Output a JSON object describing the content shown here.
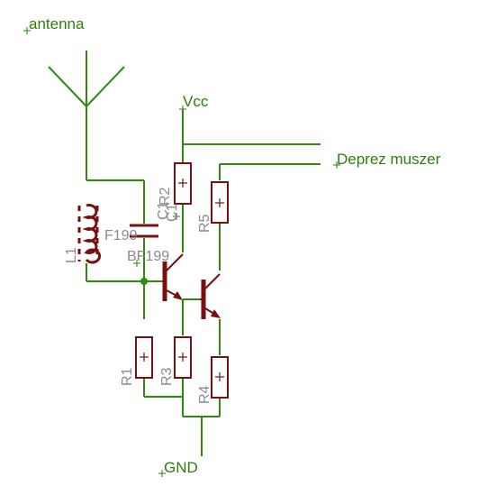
{
  "schematic": {
    "nets": {
      "antenna": "antenna",
      "vcc": "Vcc",
      "meter": "Deprez muszer",
      "gnd": "GND"
    },
    "parts": {
      "l1": "L1",
      "c_overlap_a": "C1",
      "c_overlap_b": "F199",
      "c_overlap_c": "C1",
      "transistor": "BF199",
      "r1": "R1",
      "r2": "R2",
      "r3": "R3",
      "r4": "R4",
      "r5": "R5"
    },
    "colors": {
      "wire": "#2e8b0e",
      "part": "#7a0f0f",
      "net_text": "#2e7d0a",
      "part_text": "#8a8a8a"
    }
  }
}
